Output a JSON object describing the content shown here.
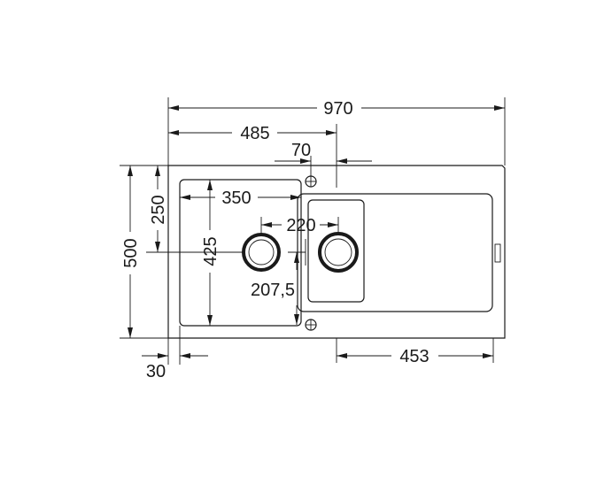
{
  "dimensions": {
    "overall_width": "970",
    "half_width": "485",
    "hole_offset": "70",
    "small_bowl_width": "350",
    "bowl_depth": "250",
    "waste_spacing": "220",
    "overall_depth": "500",
    "inner_depth": "425",
    "waste_offset": "207,5",
    "border": "30",
    "drainer_width": "453"
  },
  "colors": {
    "line": "#1a1a1a",
    "background": "#ffffff"
  }
}
